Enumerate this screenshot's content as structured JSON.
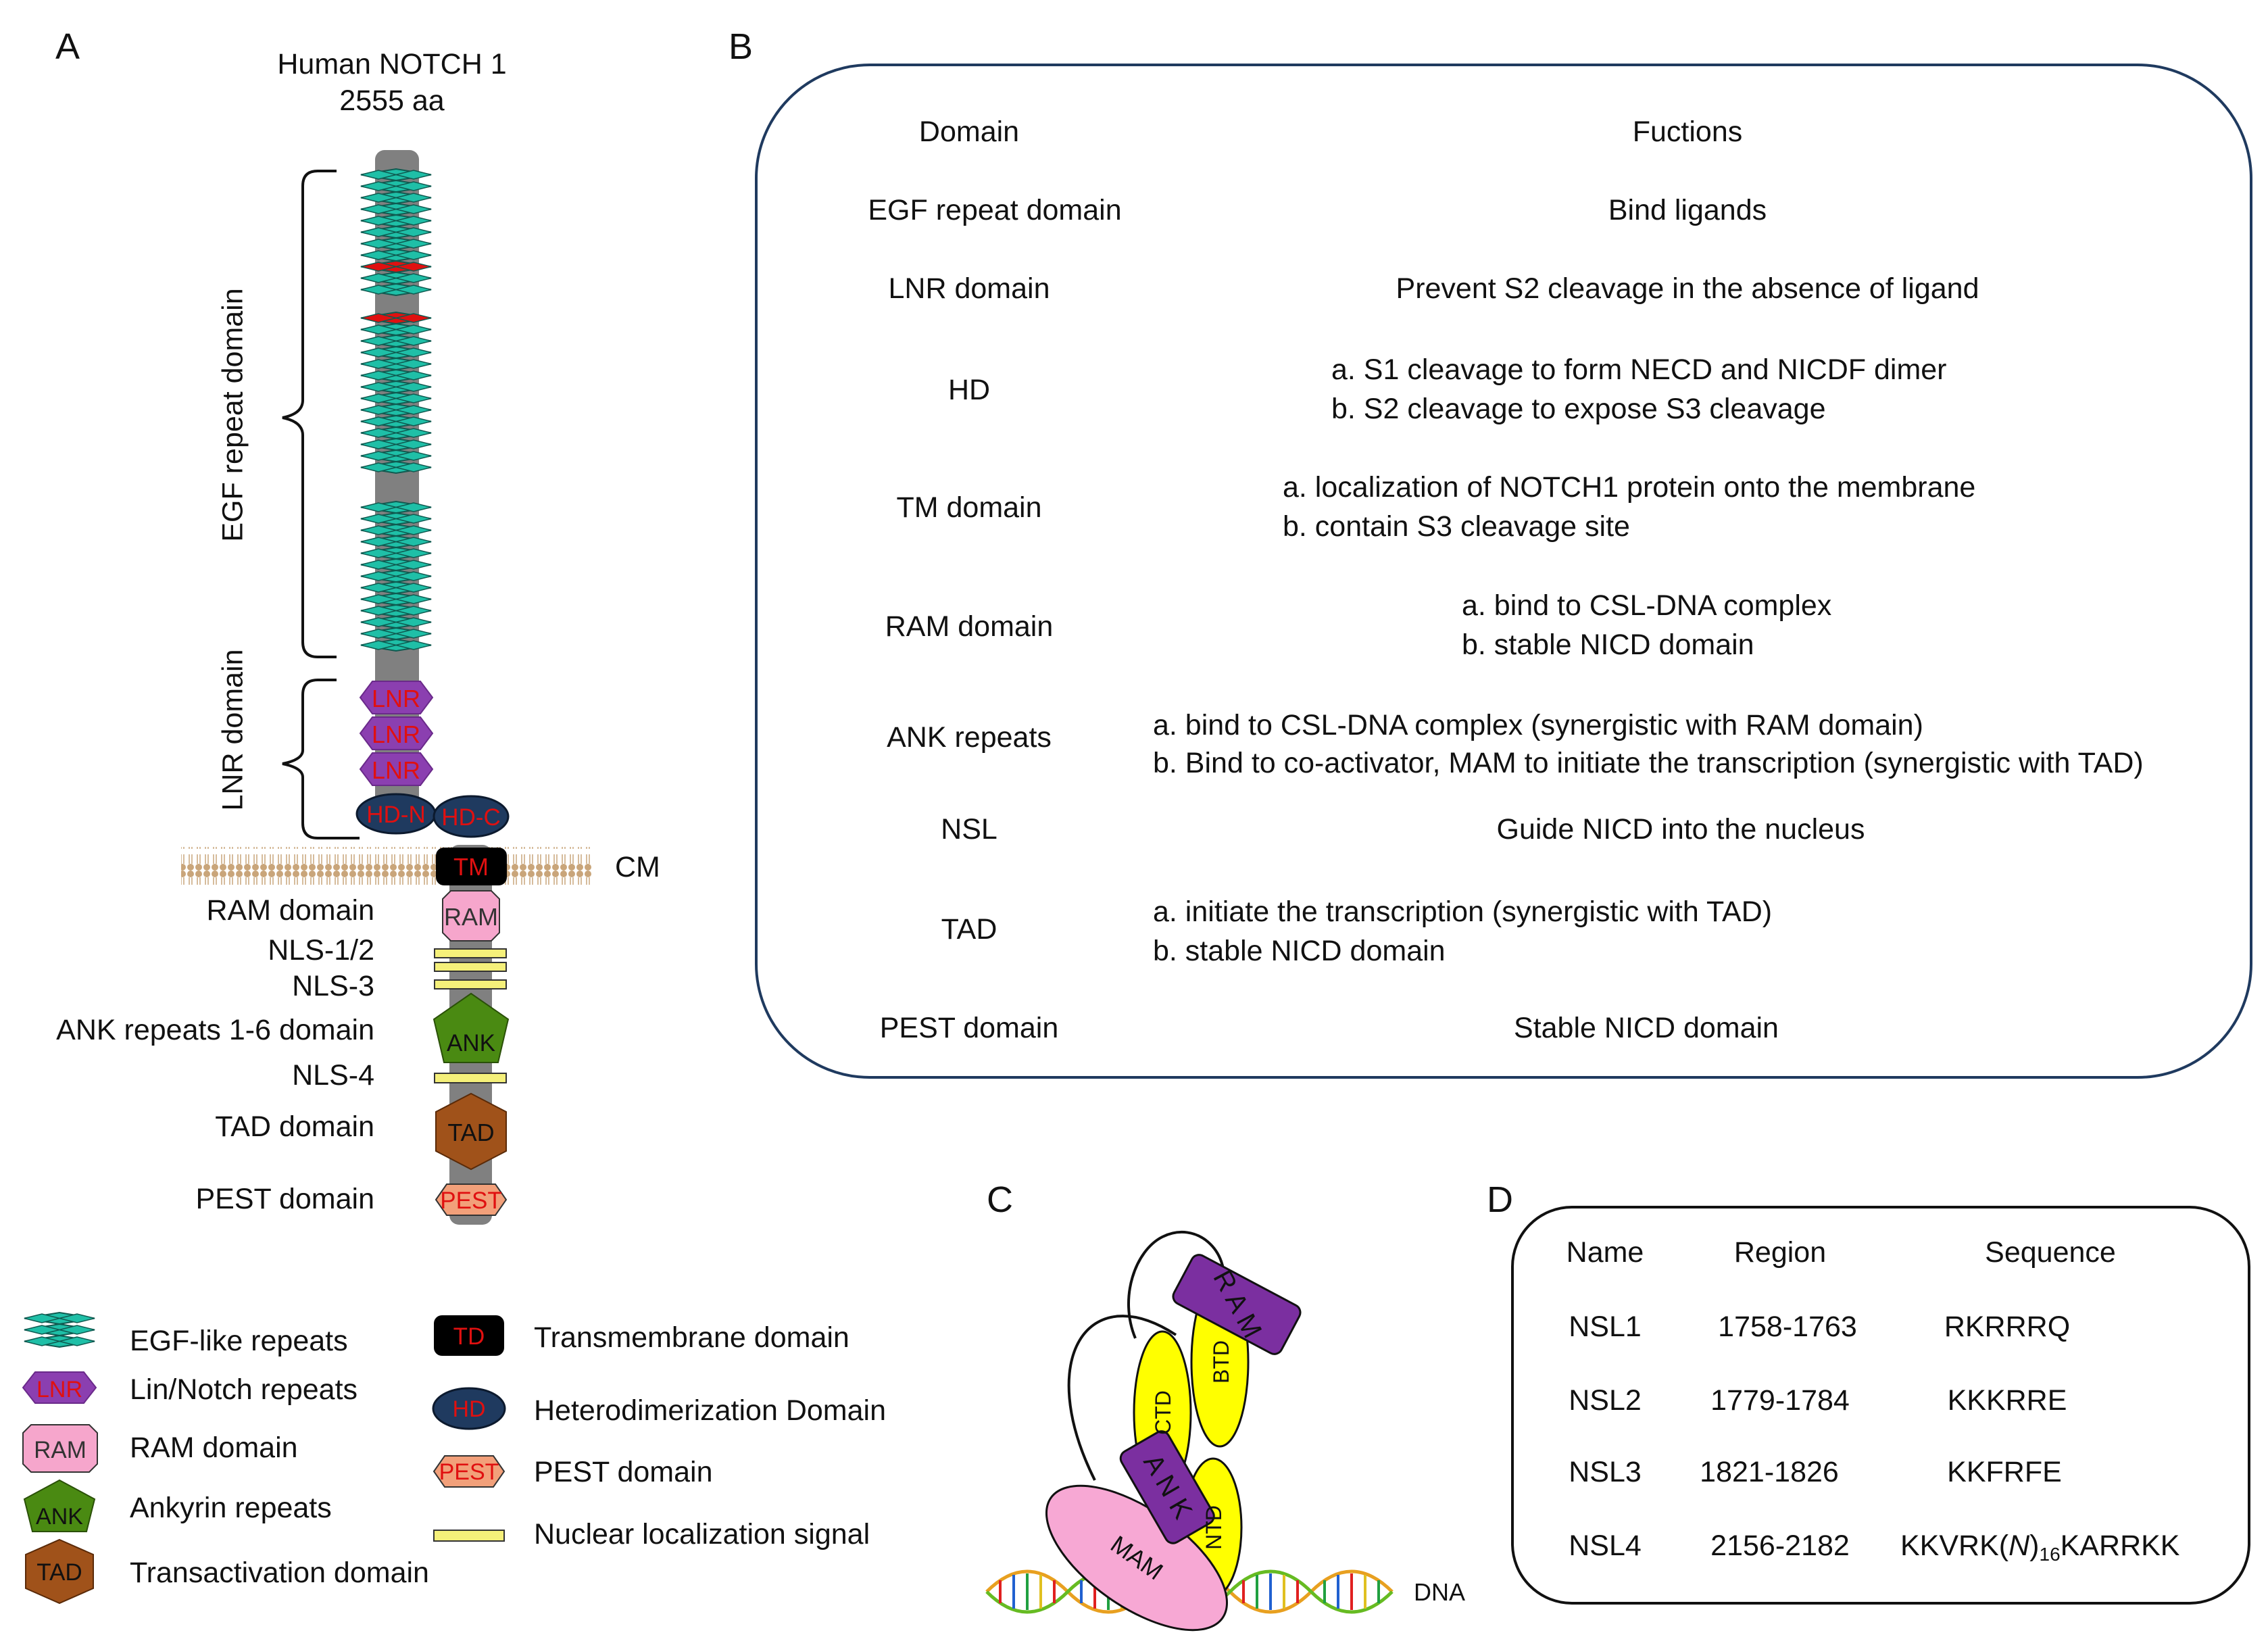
{
  "panel_A": {
    "letter": "A",
    "title_line1": "Human  NOTCH 1",
    "title_line2": "2555 aa",
    "brace_labels": {
      "egf": "EGF repeat domain",
      "lnr": "LNR domain"
    },
    "domain_glyphs": {
      "lnr": "LNR",
      "hdn": "HD-N",
      "hdc": "HD-C",
      "tm": "TM",
      "ram": "RAM",
      "ank": "ANK",
      "tad": "TAD",
      "pest": "PEST"
    },
    "membrane_label": "CM",
    "side_labels": {
      "ram": "RAM domain",
      "nls12": "NLS-1/2",
      "nls3": "NLS-3",
      "ank": "ANK repeats 1-6 domain",
      "nls4": "NLS-4",
      "tad": "TAD domain",
      "pest": "PEST domain"
    },
    "legend": {
      "egf": "EGF-like repeats",
      "lnr": "Lin/Notch repeats",
      "ram": "RAM domain",
      "ank": "Ankyrin repeats",
      "tad": "Transactivation domain",
      "tm": "Transmembrane domain",
      "hd": "Heterodimerization Domain",
      "pest": "PEST domain",
      "nls": "Nuclear localization signal",
      "glyph_lnr": "LNR",
      "glyph_ram": "RAM",
      "glyph_ank": "ANK",
      "glyph_tad": "TAD",
      "glyph_td": "TD",
      "glyph_hd": "HD",
      "glyph_pest": "PEST"
    },
    "colors": {
      "egf": "#1fbfa7",
      "egf_red": "#e01010",
      "lnr": "#8b3fb0",
      "hd": "#1f3a5f",
      "tm": "#000000",
      "ram": "#f6a6cc",
      "nls": "#f5f07a",
      "ank": "#4a8a12",
      "tad": "#a0521a",
      "pest": "#f2a07a",
      "backbone": "#808080",
      "membrane": "#c9a57a"
    }
  },
  "panel_B": {
    "letter": "B",
    "header": {
      "domain": "Domain",
      "functions": "Fuctions"
    },
    "rows": [
      {
        "domain": "EGF repeat domain",
        "lines": [
          "Bind ligands"
        ]
      },
      {
        "domain": "LNR domain",
        "lines": [
          "Prevent S2 cleavage in the absence of ligand"
        ]
      },
      {
        "domain": "HD",
        "lines": [
          "a. S1 cleavage to form NECD and NICDF dimer",
          "b. S2 cleavage to expose S3 cleavage"
        ]
      },
      {
        "domain": "TM domain",
        "lines": [
          "a. localization of NOTCH1 protein onto the membrane",
          "b. contain S3 cleavage site"
        ]
      },
      {
        "domain": "RAM domain",
        "lines": [
          "a. bind to CSL-DNA complex",
          "b. stable NICD domain"
        ]
      },
      {
        "domain": "ANK repeats",
        "lines": [
          "a. bind to CSL-DNA complex (synergistic with RAM domain)",
          "b. Bind to co-activator, MAM to initiate the transcription (synergistic with TAD)"
        ]
      },
      {
        "domain": "NSL",
        "lines": [
          "Guide NICD into the nucleus"
        ]
      },
      {
        "domain": "TAD",
        "lines": [
          "a. initiate the transcription (synergistic with TAD)",
          "b. stable NICD domain"
        ]
      },
      {
        "domain": "PEST domain",
        "lines": [
          "Stable NICD domain"
        ]
      }
    ]
  },
  "panel_C": {
    "letter": "C",
    "labels": {
      "ram": "R A M",
      "btd": "BTD",
      "ctd": "CTD",
      "ank": "A N K",
      "ntd": "NTD",
      "mam": "MAM",
      "dna": "DNA"
    }
  },
  "panel_D": {
    "letter": "D",
    "header": {
      "name": "Name",
      "region": "Region",
      "sequence": "Sequence"
    },
    "rows": [
      {
        "name": "NSL1",
        "region": "1758-1763",
        "sequence": "RKRRRQ"
      },
      {
        "name": "NSL2",
        "region": "1779-1784",
        "sequence": "KKKRRE"
      },
      {
        "name": "NSL3",
        "region": "1821-1826",
        "sequence": "KKFRFE"
      },
      {
        "name": "NSL4",
        "region": "2156-2182",
        "seq_pre": "KKVRK(",
        "seq_n": "N",
        "seq_mid": ")",
        "seq_sub": "16",
        "seq_post": "KARRKK"
      }
    ]
  }
}
